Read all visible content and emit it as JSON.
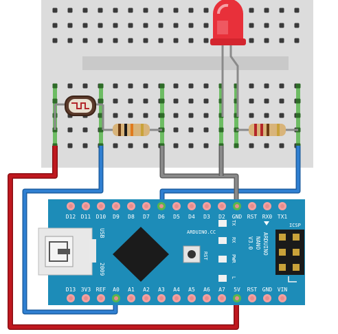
{
  "board": {
    "top_pins": [
      "D12",
      "D11",
      "D10",
      "D9",
      "D8",
      "D7",
      "D6",
      "D5",
      "D4",
      "D3",
      "D2",
      "GND",
      "RST",
      "RX0",
      "TX1"
    ],
    "bottom_pins": [
      "D13",
      "3V3",
      "REF",
      "A0",
      "A1",
      "A2",
      "A3",
      "A4",
      "A5",
      "A6",
      "A7",
      "5V",
      "RST",
      "GND",
      "VIN"
    ],
    "brand": "ARDUINO.CC",
    "model_lines": [
      "ARDUINO",
      "NANO",
      "V3.0"
    ],
    "usb_label": "USB",
    "year": "2009",
    "rst_label": "RST",
    "icsp_label": "ICSP",
    "led_labels": [
      "TX",
      "RX",
      "PWR",
      "L"
    ]
  },
  "colors": {
    "board": "#1d8cb8",
    "breadboard": "#dcdcdc",
    "wire_red": "#c0181f",
    "wire_blue": "#2f7fd1",
    "wire_gray": "#8a8a8a",
    "rail_green": "#59b64d",
    "led_red": "#e8303a"
  },
  "components": [
    "photoresistor",
    "resistor-1",
    "resistor-2",
    "red-led",
    "arduino-nano"
  ]
}
